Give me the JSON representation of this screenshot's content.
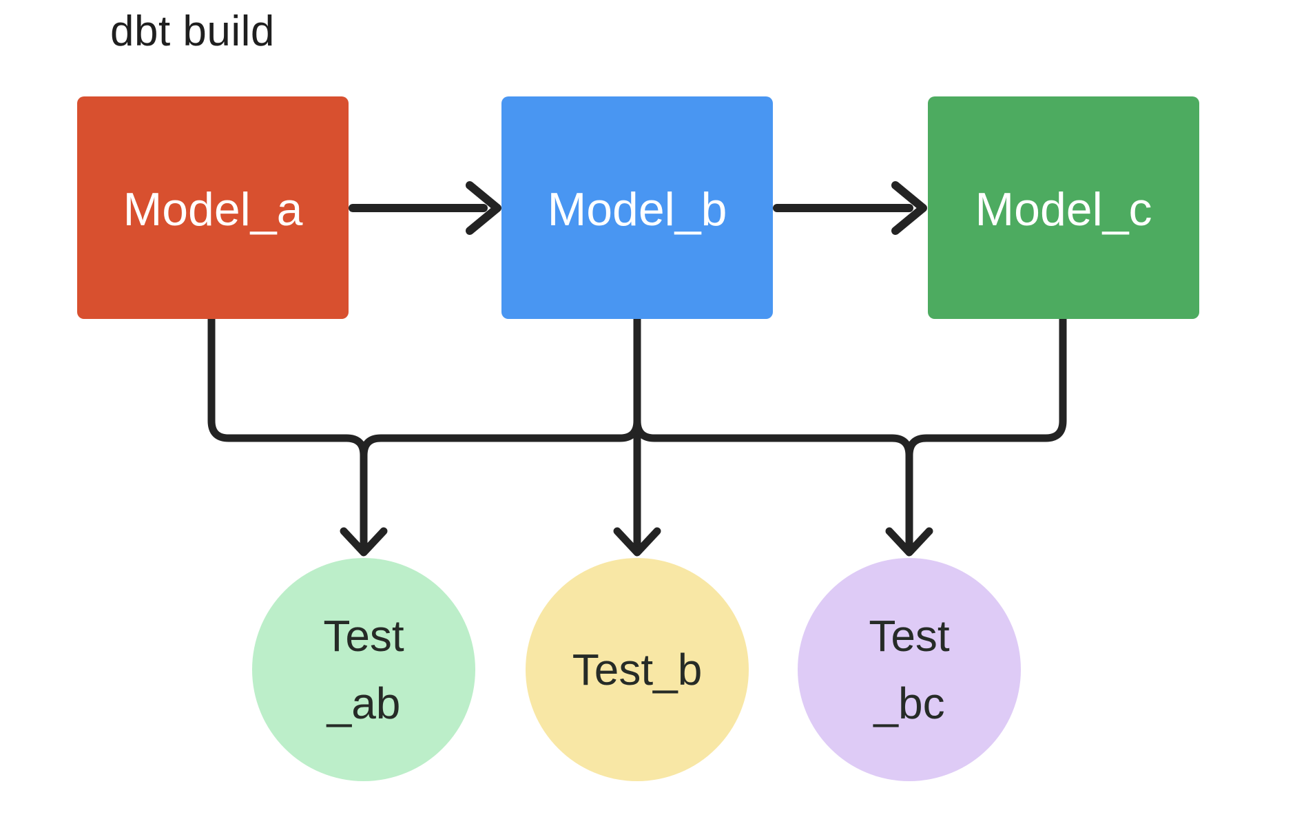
{
  "title": "dbt build",
  "colors": {
    "title_text": "#1f1f1f",
    "connector": "#232323",
    "node_text": "#ffffff",
    "test_text": "#262b27",
    "model_a": "#d8502f",
    "model_b": "#4996f2",
    "model_c": "#4dab60",
    "test_ab": "#bceec9",
    "test_b": "#f8e7a5",
    "test_bc": "#decbf6",
    "background": "#ffffff"
  },
  "nodes": {
    "model_a": {
      "label": "Model_a"
    },
    "model_b": {
      "label": "Model_b"
    },
    "model_c": {
      "label": "Model_c"
    }
  },
  "tests": {
    "test_ab": {
      "line1": "Test",
      "line2": "_ab"
    },
    "test_b": {
      "label": "Test_b"
    },
    "test_bc": {
      "line1": "Test",
      "line2": "_bc"
    }
  },
  "edges": [
    {
      "from": "Model_a",
      "to": "Model_b"
    },
    {
      "from": "Model_b",
      "to": "Model_c"
    },
    {
      "from": "Model_a",
      "to": "Test_ab"
    },
    {
      "from": "Model_b",
      "to": "Test_ab"
    },
    {
      "from": "Model_b",
      "to": "Test_b"
    },
    {
      "from": "Model_b",
      "to": "Test_bc"
    },
    {
      "from": "Model_c",
      "to": "Test_bc"
    }
  ]
}
